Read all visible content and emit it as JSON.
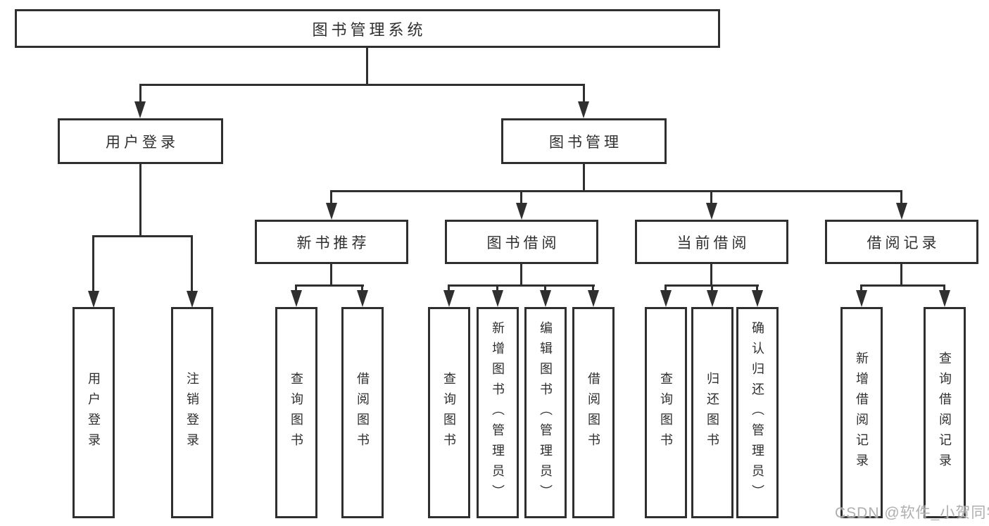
{
  "tree": {
    "root": {
      "label": "图书管理系统",
      "children": [
        {
          "label": "用户登录",
          "children": [
            {
              "label": "用户登录"
            },
            {
              "label": "注销登录"
            }
          ]
        },
        {
          "label": "图书管理",
          "children": [
            {
              "label": "新书推荐",
              "children": [
                {
                  "label": "查询图书"
                },
                {
                  "label": "借阅图书"
                }
              ]
            },
            {
              "label": "图书借阅",
              "children": [
                {
                  "label": "查询图书"
                },
                {
                  "label": "新增图书（管理员）"
                },
                {
                  "label": "编辑图书（管理员）"
                },
                {
                  "label": "借阅图书"
                }
              ]
            },
            {
              "label": "当前借阅",
              "children": [
                {
                  "label": "查询图书"
                },
                {
                  "label": "归还图书"
                },
                {
                  "label": "确认归还（管理员）"
                }
              ]
            },
            {
              "label": "借阅记录",
              "children": [
                {
                  "label": "新增借阅记录"
                },
                {
                  "label": "查询借阅记录"
                }
              ]
            }
          ]
        }
      ]
    }
  },
  "watermark": {
    "text": "CSDN @软件_小贺同学"
  },
  "colors": {
    "line": "#2f2f2f",
    "text": "#2f2f2f",
    "background": "#ffffff",
    "watermark": "#a8a8a8"
  }
}
